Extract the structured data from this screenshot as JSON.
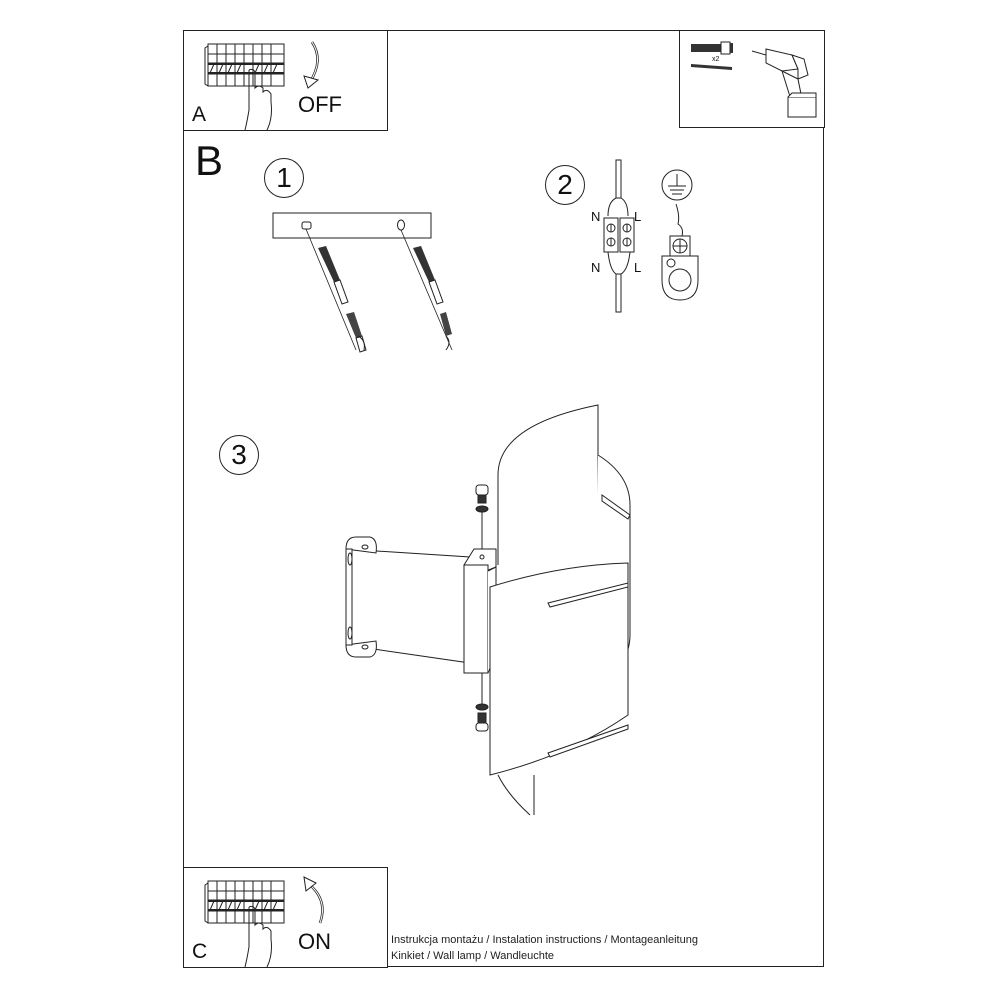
{
  "document": {
    "type": "assembly-instructions",
    "sections": {
      "A": {
        "label": "A",
        "action_label": "OFF",
        "icons": [
          "circuit-breaker-panel",
          "hand-pointer",
          "arrow-down-curved"
        ]
      },
      "tools": {
        "quantity_label": "x2",
        "icons": [
          "wall-plug-anchor",
          "screw",
          "cordless-drill"
        ]
      },
      "B": {
        "label": "B",
        "steps": [
          {
            "number": "1",
            "description_icons": [
              "mounting-bar",
              "screw",
              "wall-plug-anchor"
            ]
          },
          {
            "number": "2",
            "labels": {
              "neutral_top": "N",
              "live_top": "L",
              "neutral_bottom": "N",
              "live_bottom": "L"
            },
            "description_icons": [
              "terminal-block",
              "ground-symbol",
              "ground-terminal"
            ]
          },
          {
            "number": "3",
            "description_icons": [
              "wall-bracket",
              "mounting-block",
              "curved-lamp-shade",
              "screw",
              "washer"
            ]
          }
        ]
      },
      "C": {
        "label": "C",
        "action_label": "ON",
        "icons": [
          "circuit-breaker-panel",
          "hand-pointer",
          "arrow-up-curved"
        ]
      }
    },
    "footer": {
      "line1": "Instrukcja montażu / Instalation instructions / Montageanleitung",
      "line2": "Kinkiet  / Wall lamp / Wandleuchte"
    },
    "colors": {
      "line": "#222222",
      "background": "#ffffff"
    }
  }
}
